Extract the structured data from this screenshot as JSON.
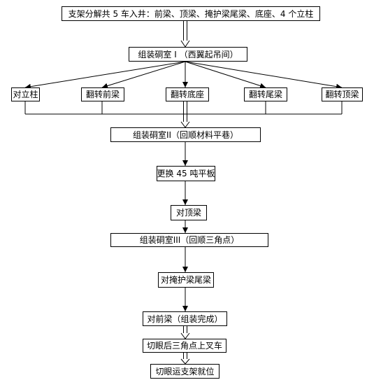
{
  "flowchart": {
    "step_top": "支架分解共 5 车入井：前梁、顶梁、掩护梁尾梁、底座、4 个立柱",
    "step_chamber1": "组装硐室 I （西翼起吊间）",
    "branches": [
      "对立柱",
      "翻转前梁",
      "翻转底座",
      "翻转尾梁",
      "翻转顶梁"
    ],
    "step_chamber2": "组装硐室II（回顺材料平巷）",
    "step_replace": "更换 45 吨平板",
    "step_top_beam": "对顶梁",
    "step_chamber3": "组装硐室III（回顺三角点）",
    "step_shield": "对掩护梁尾梁",
    "step_front_beam": "对前梁（组装完成）",
    "step_forklift": "切眼后三角点上叉车",
    "step_transport": "切眼运支架就位"
  }
}
